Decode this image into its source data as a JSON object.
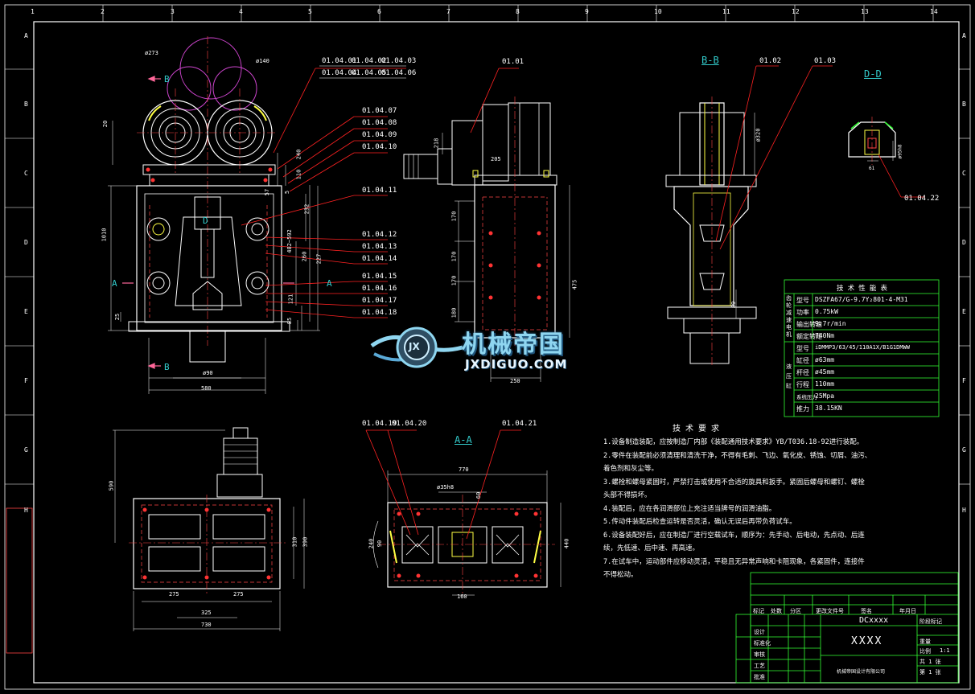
{
  "grid": {
    "columns": [
      "1",
      "2",
      "3",
      "4",
      "5",
      "6",
      "7",
      "8",
      "9",
      "10",
      "11",
      "12",
      "13",
      "14"
    ],
    "rows": [
      "A",
      "B",
      "C",
      "D",
      "E",
      "F",
      "G",
      "H"
    ]
  },
  "views": {
    "section_bb": "B-B",
    "section_dd": "D-D",
    "section_aa": "A-A"
  },
  "part_numbers": {
    "p01_04_01": "01.04.01",
    "p01_04_02": "01.04.02",
    "p01_04_03": "01.04.03",
    "p01_04_04": "01.04.04",
    "p01_04_05": "01.04.05",
    "p01_04_06": "01.04.06",
    "p01_04_07": "01.04.07",
    "p01_04_08": "01.04.08",
    "p01_04_09": "01.04.09",
    "p01_04_10": "01.04.10",
    "p01_04_11": "01.04.11",
    "p01_04_12": "01.04.12",
    "p01_04_13": "01.04.13",
    "p01_04_14": "01.04.14",
    "p01_04_15": "01.04.15",
    "p01_04_16": "01.04.16",
    "p01_04_17": "01.04.17",
    "p01_04_18": "01.04.18",
    "p01_04_19": "01.04.19",
    "p01_04_20": "01.04.20",
    "p01_04_21": "01.04.21",
    "p01_04_22": "01.04.22",
    "p01_01": "01.01",
    "p01_02": "01.02",
    "p01_03": "01.03"
  },
  "section_marks": {
    "a": "A",
    "b": "B",
    "d": "D"
  },
  "dimensions": {
    "d_273": "ø273",
    "d_140": "ø140",
    "d_20": "20",
    "d_240": "240",
    "d_110": "110",
    "d_57": "57",
    "d_5": "5",
    "d_232": "232",
    "d_482": "482~592",
    "d_260": "260",
    "d_227": "227",
    "d_121": "121",
    "d_85": "85",
    "d_1010": "1010",
    "d_25": "25",
    "d_phi90": "ø90",
    "d_580": "580",
    "f_218": "218",
    "f_205": "205",
    "f_170a": "170",
    "f_170b": "170",
    "f_170c": "170",
    "f_180": "180",
    "f_475": "475",
    "f_250": "250",
    "b_320": "ø320",
    "b_89": "89",
    "dd_95": "ø95h8",
    "dd_61": "61",
    "p_590": "590",
    "p_310": "310",
    "p_390": "390",
    "p_275a": "275",
    "p_275b": "275",
    "p_325": "325",
    "p_730": "730",
    "aa_770": "770",
    "aa_35": "ø35h8",
    "aa_60": "60",
    "aa_240": "240",
    "aa_90": "90",
    "aa_440": "440",
    "aa_160": "160"
  },
  "tech_perf_table": {
    "title": "技 术 性 能 表",
    "group1": "齿轮减速电机",
    "group2": "液压缸",
    "rows": [
      {
        "k": "型号",
        "v": "DSZFA67/G-9.7Y₂801-4-M31"
      },
      {
        "k": "功率",
        "v": "0.75kW"
      },
      {
        "k": "输出转速",
        "v": "9.7r/min"
      },
      {
        "k": "额定转矩",
        "v": "740Nm"
      },
      {
        "k": "型号",
        "v": "iDMMP3/63/45/110A1X/B1G1DMWW"
      },
      {
        "k": "缸径",
        "v": "ø63mm"
      },
      {
        "k": "杆径",
        "v": "ø45mm"
      },
      {
        "k": "行程",
        "v": "110mm"
      },
      {
        "k": "系统压力",
        "v": "25Mpa"
      },
      {
        "k": "推力",
        "v": "38.15KN"
      }
    ]
  },
  "tech_requirements": {
    "title": "技 术 要 求",
    "lines": [
      "1.设备制造装配，应按制造厂内部《装配通用技术要求》YB/T036.18-92进行装配。",
      "2.零件在装配前必须清理和清洗干净，不得有毛刺、飞边、氧化皮、锈蚀、切屑、油污、",
      "  着色剂和灰尘等。",
      "3.螺栓和螺母紧固时，严禁打击或使用不合适的旋具和扳手。紧固后螺母和螺钉、螺栓",
      "  头部不得损坏。",
      "4.装配后，应在各润滑部位上充注适当牌号的润滑油脂。",
      "5.传动件装配后检查运转是否灵活，确认无误后再带负荷试车。",
      "6.设备装配好后，应在制造厂进行空载试车，顺序为：先手动、后电动，先点动、后连",
      "  续，先低速、后中速、再高速。",
      "7.在试车中，运动部件应移动灵活，平稳且无异常声响和卡阻现象，各紧固件，连接件",
      "  不得松动。"
    ]
  },
  "title_block": {
    "drawing_no": "DCxxxx",
    "name": "XXXX",
    "scale": "1:1",
    "h_mark": "标记",
    "h_count": "处数",
    "h_zone": "分区",
    "h_change": "更改文件号",
    "h_sign": "签名",
    "h_date": "年月日",
    "h_design": "设计",
    "h_std": "标准化",
    "h_check": "审核",
    "h_craft": "工艺",
    "h_approve": "批准",
    "h_stage": "阶段标记",
    "h_weight": "重量",
    "h_ratio": "比例",
    "h_sheet": "共 1 张",
    "h_page": "第 1 张",
    "company": "机械帝国设计有限公司"
  },
  "watermark": {
    "cn": "机械帝国",
    "en": "JXDIGUO.COM",
    "badge": "JX"
  },
  "colors": {
    "frame": "#ffffff",
    "outline": "#ffffff",
    "hidden": "#ff4444",
    "center": "#ff4444",
    "dim": "#ffffff",
    "leader": "#ff2222",
    "hatch": "#ffff44",
    "purple": "#cc44cc",
    "green": "#33ff33",
    "cyan": "#33cccc",
    "bolt": "#ff3333"
  }
}
